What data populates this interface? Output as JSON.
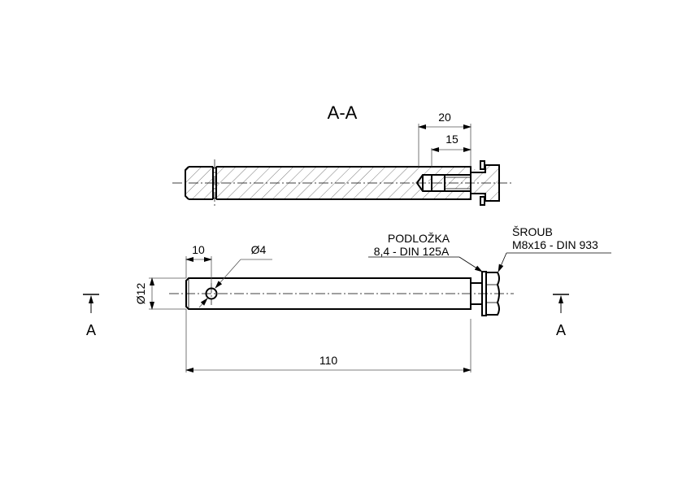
{
  "drawing": {
    "section_title": "A-A",
    "dimensions": {
      "thread_depth": "20",
      "thread_length": "15",
      "hole_offset": "10",
      "hole_diameter": "Ø4",
      "shaft_diameter": "Ø12",
      "total_length": "110"
    },
    "callouts": {
      "washer": {
        "name": "PODLOŽKA",
        "spec": "8,4 - DIN 125A"
      },
      "bolt": {
        "name": "ŠROUB",
        "spec": "M8x16 - DIN 933"
      }
    },
    "section_markers": {
      "left": "A",
      "right": "A"
    }
  }
}
